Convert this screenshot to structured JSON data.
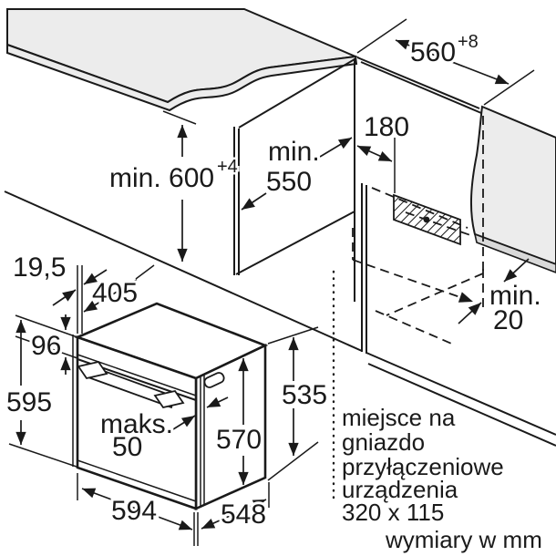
{
  "diagram": {
    "dims": {
      "niche_width": "560",
      "niche_width_sup": "+8",
      "niche_height": "min. 600",
      "niche_height_sup": "+4",
      "niche_depth_l1": "min.",
      "niche_depth_l2": "550",
      "socket_offset": "180",
      "rear_gap_l1": "min.",
      "rear_gap_l2": "20",
      "front_frame": "19,5",
      "top_depth": "405",
      "panel_height": "96",
      "oven_height": "595",
      "door_protrusion_l1": "maks.",
      "door_protrusion_l2": "50",
      "casing_height_front": "570",
      "casing_height_rear": "535",
      "oven_width": "594",
      "oven_depth": "548"
    },
    "note_lines": [
      "miejsce na",
      "gniazdo",
      "przyłączeniowe",
      "urządzenia",
      "320 x 115"
    ],
    "footer": "wymiary w mm",
    "colors": {
      "line": "#1a1a1a",
      "surface": "#ececec",
      "skirting": "#d9d9d9",
      "background": "#ffffff"
    }
  }
}
